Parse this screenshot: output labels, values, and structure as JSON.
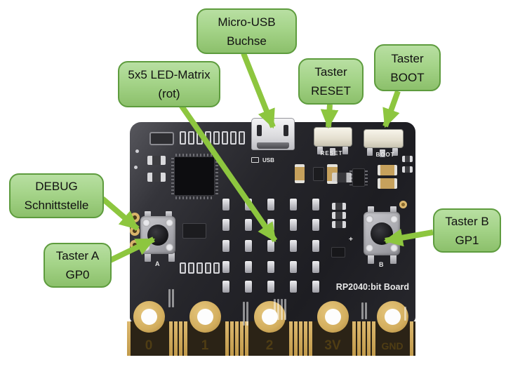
{
  "annotations": {
    "micro_usb": {
      "line1": "Micro-USB",
      "line2": "Buchse"
    },
    "led_matrix": {
      "line1": "5x5 LED-Matrix",
      "line2": "(rot)"
    },
    "taster_reset": {
      "line1": "Taster",
      "line2": "RESET"
    },
    "taster_boot": {
      "line1": "Taster",
      "line2": "BOOT"
    },
    "debug": {
      "line1": "DEBUG",
      "line2": "Schnittstelle"
    },
    "taster_a": {
      "line1": "Taster A",
      "line2": "GP0"
    },
    "taster_b": {
      "line1": "Taster B",
      "line2": "GP1"
    }
  },
  "board": {
    "name": "RP2040:bit Board",
    "silkscreen": {
      "usb": "USB",
      "reset": "RESET",
      "boot": "BOOT",
      "button_a": "A",
      "button_b": "B",
      "plus": "+"
    },
    "edge_pads": [
      "0",
      "1",
      "2",
      "3V",
      "GND"
    ]
  },
  "led_matrix": {
    "rows": 5,
    "cols": 5
  },
  "colors": {
    "label_fill_top": "#b8dfa2",
    "label_fill_bottom": "#8cc06b",
    "label_border": "#5e9c3e",
    "arrow": "#8dc63f",
    "pcb": "#26262b",
    "gold": "#d2af64"
  }
}
